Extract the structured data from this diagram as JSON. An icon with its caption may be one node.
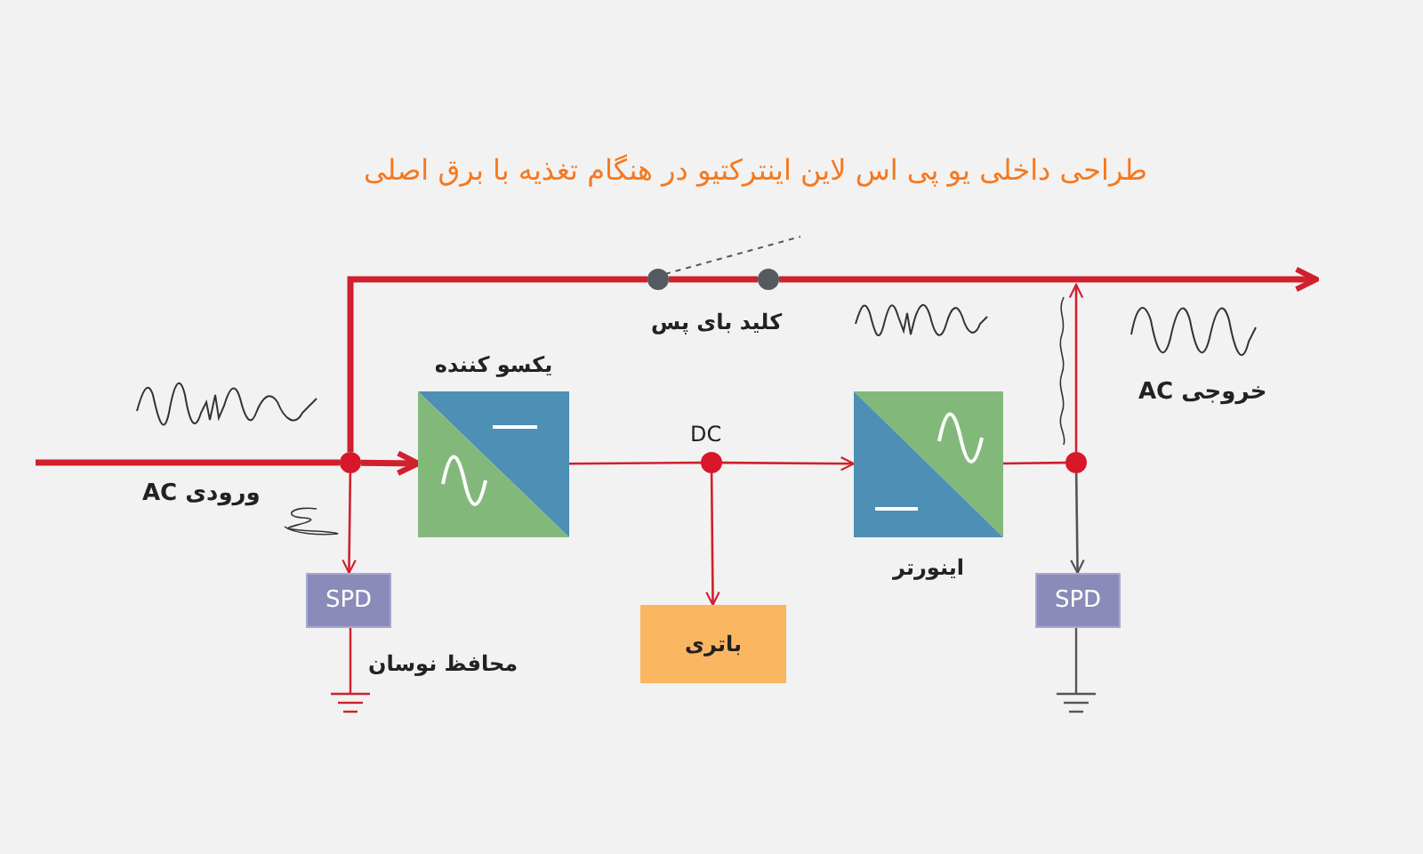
{
  "diagram": {
    "title": "طراحی داخلی یو پی اس لاین اینترکتیو در هنگام تغذیه با برق اصلی",
    "nodes": [
      {
        "text": [],
        "shape": "circle"
      },
      {
        "text": [
          "یکسو کننده"
        ]
      },
      {
        "text": [],
        "shape": "circle"
      },
      {
        "text": [
          "باتری"
        ]
      },
      {
        "text": [
          "اینورتر"
        ]
      },
      {
        "text": [],
        "shape": "circle"
      },
      {
        "text": [
          "SPD"
        ],
        "beside": [
          "محافظ نوسان"
        ]
      },
      {
        "text": [
          "SPD"
        ]
      },
      {
        "text": [],
        "shape": "circle"
      },
      {
        "text": [],
        "shape": "circle"
      }
    ],
    "edges": [
      {
        "from": null,
        "to": 0,
        "arrow": "none",
        "style": "thick"
      },
      {
        "from": 0,
        "to": 1,
        "arrow": "to",
        "style": "thick"
      },
      {
        "from": 0,
        "to": 8,
        "arrow": "none",
        "style": "thick"
      },
      {
        "from": 8,
        "to": 9,
        "arrow": "none",
        "style": "thick"
      },
      {
        "from": 9,
        "to": null,
        "arrow": "to",
        "style": "thick"
      },
      {
        "from": 1,
        "to": 2,
        "arrow": "none"
      },
      {
        "from": 2,
        "to": 4,
        "arrow": "to"
      },
      {
        "from": 2,
        "to": 3,
        "arrow": "to"
      },
      {
        "from": 4,
        "to": 5,
        "arrow": "none"
      },
      {
        "from": 5,
        "to": null,
        "arrow": "to"
      },
      {
        "from": 0,
        "to": 6,
        "arrow": "to"
      },
      {
        "from": 5,
        "to": 7,
        "arrow": "to",
        "color": "#555555"
      }
    ],
    "labels": [
      "ورودی AC",
      "DC",
      "کلید بای پس",
      "خروجی AC"
    ]
  }
}
